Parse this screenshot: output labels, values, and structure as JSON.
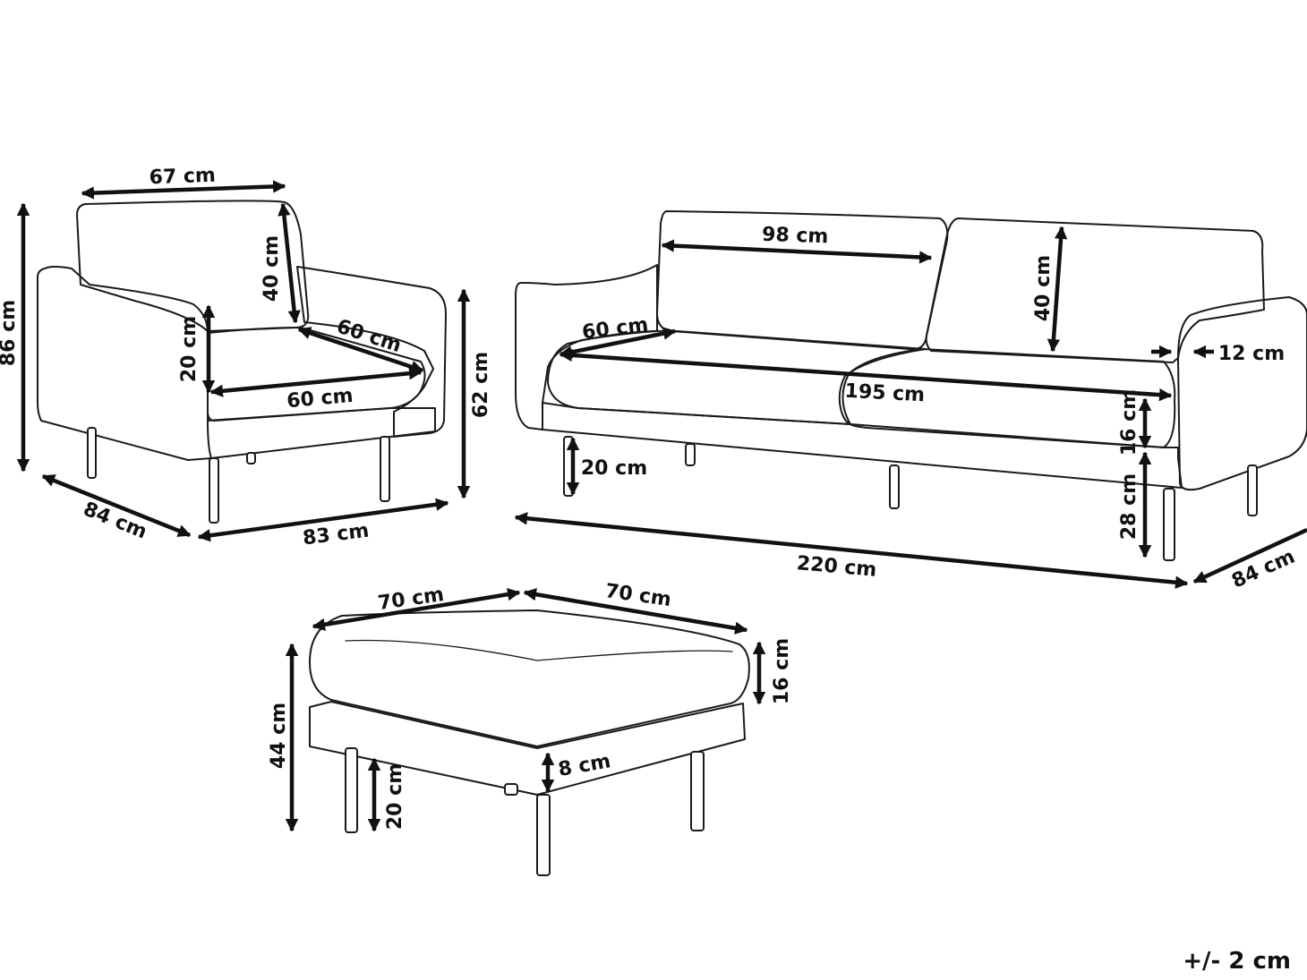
{
  "armchair": {
    "width": "67 cm",
    "back_height": "40 cm",
    "total_height": "86 cm",
    "armrest_height": "20 cm",
    "seat_depth": "60 cm",
    "seat_width": "60 cm",
    "arm_height": "62 cm",
    "depth": "84 cm",
    "total_width": "83 cm"
  },
  "sofa": {
    "back_width": "98 cm",
    "back_height": "40 cm",
    "seat_depth": "60 cm",
    "arm_width": "12 cm",
    "seat_width": "195 cm",
    "cushion_height": "16 cm",
    "leg_height": "20 cm",
    "seat_height": "28 cm",
    "total_width": "220 cm",
    "depth": "84 cm"
  },
  "ottoman": {
    "depth": "70 cm",
    "width": "70 cm",
    "cushion_height": "16 cm",
    "total_height": "44 cm",
    "frame_height": "8 cm",
    "leg_height": "20 cm"
  },
  "tolerance": "+/- 2 cm"
}
